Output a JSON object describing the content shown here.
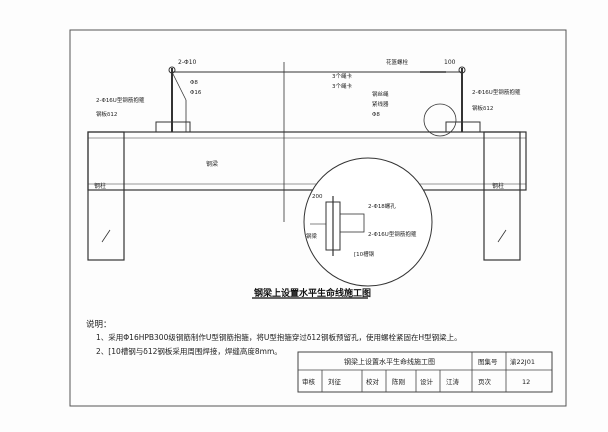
{
  "title": "钢梁上设置水平生命线施工图",
  "labels": {
    "girder": "钢梁",
    "column_left": "钢柱",
    "column_right": "钢柱",
    "ring_top": "2-Φ10",
    "dim_top_right": "100",
    "left_u_clamp": "2-Φ16U型钢筋抱箍",
    "left_plate": "钢板δ12",
    "left_wire": "Φ8",
    "left_wire2": "Φ16",
    "right_u_clamp": "2-Φ16U型钢筋抱箍",
    "right_plate": "钢板δ12",
    "right_turnbuckle": "花篮螺栓",
    "right_clip": "3个绳卡",
    "right_clip2": "3个绳卡",
    "right_rope": "钢丝绳",
    "right_label1": "紧线器",
    "right_label2": "Φ8",
    "detail_dim": "200",
    "detail_hole": "2-Φ18螺孔",
    "detail_beam": "钢梁",
    "detail_u_clamp": "2-Φ16U型钢筋抱箍",
    "detail_channel": "[10槽钢"
  },
  "notes": {
    "heading": "说明：",
    "line1": "1、采用Φ16HPB300级钢筋制作U型钢筋抱箍，将U型抱箍穿过δ12钢板预留孔，使用螺栓紧固在H型钢梁上。",
    "line2": "2、[10槽钢与δ12钢板采用周围焊接，焊缝高度8mm。"
  },
  "titleblock": {
    "name": "钢梁上设置水平生命线施工图",
    "atlas_label": "图集号",
    "atlas_no": "渝22J01",
    "review": "审核",
    "review_sig": "刘征",
    "check": "校对",
    "check_sig": "陈刚",
    "design": "设计",
    "design_sig": "江涛",
    "page_label": "页次",
    "page_no": "12"
  },
  "colors": {
    "line": "#333333",
    "frame": "#444444"
  }
}
